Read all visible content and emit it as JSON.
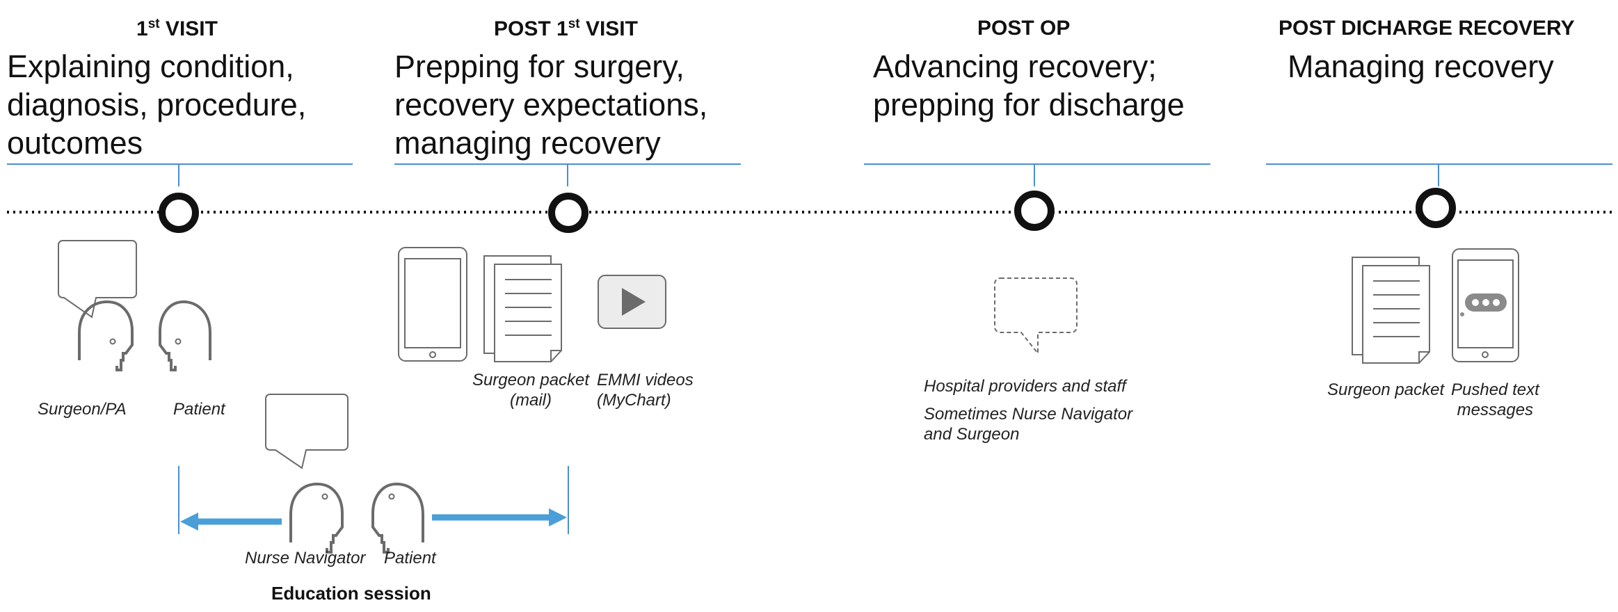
{
  "stages": [
    {
      "title_main": "1",
      "title_sup": "st",
      "title_rest": " VISIT",
      "description": [
        "Explaining condition,",
        "diagnosis, procedure,",
        "outcomes"
      ]
    },
    {
      "title_main": "POST 1",
      "title_sup": "st",
      "title_rest": " VISIT",
      "description": [
        "Prepping for surgery,",
        "recovery expectations,",
        "managing recovery"
      ]
    },
    {
      "title_main": "POST OP",
      "title_sup": "",
      "title_rest": "",
      "description": [
        "Advancing recovery;",
        "prepping for discharge"
      ]
    },
    {
      "title_main": "POST DICHARGE RECOVERY",
      "title_sup": "",
      "title_rest": "",
      "description": [
        "Managing recovery"
      ]
    }
  ],
  "labels": {
    "surgeon_pa": "Surgeon/PA",
    "patient_1": "Patient",
    "nurse_navigator": "Nurse Navigator",
    "patient_2": "Patient",
    "education_session": "Education session",
    "surgeon_packet_mail_1": "Surgeon packet",
    "surgeon_packet_mail_2": "(mail)",
    "emmi_1": "EMMI videos",
    "emmi_2": "(MyChart)",
    "hospital_1": "Hospital providers and staff",
    "hospital_2": "Sometimes Nurse Navigator",
    "hospital_3": "and Surgeon",
    "surgeon_packet_2": "Surgeon packet",
    "pushed_1": "Pushed text",
    "pushed_2": "messages"
  },
  "colors": {
    "accent_blue": "#4a9fd8",
    "rule_blue": "#4a8fd0",
    "icon_gray": "#6b6b6b",
    "timeline_black": "#111111"
  },
  "icons": [
    "speech-bubble-icon",
    "head-profile-icon",
    "tablet-icon",
    "document-stack-icon",
    "video-play-icon",
    "dashed-speech-bubble-icon",
    "phone-message-icon"
  ]
}
